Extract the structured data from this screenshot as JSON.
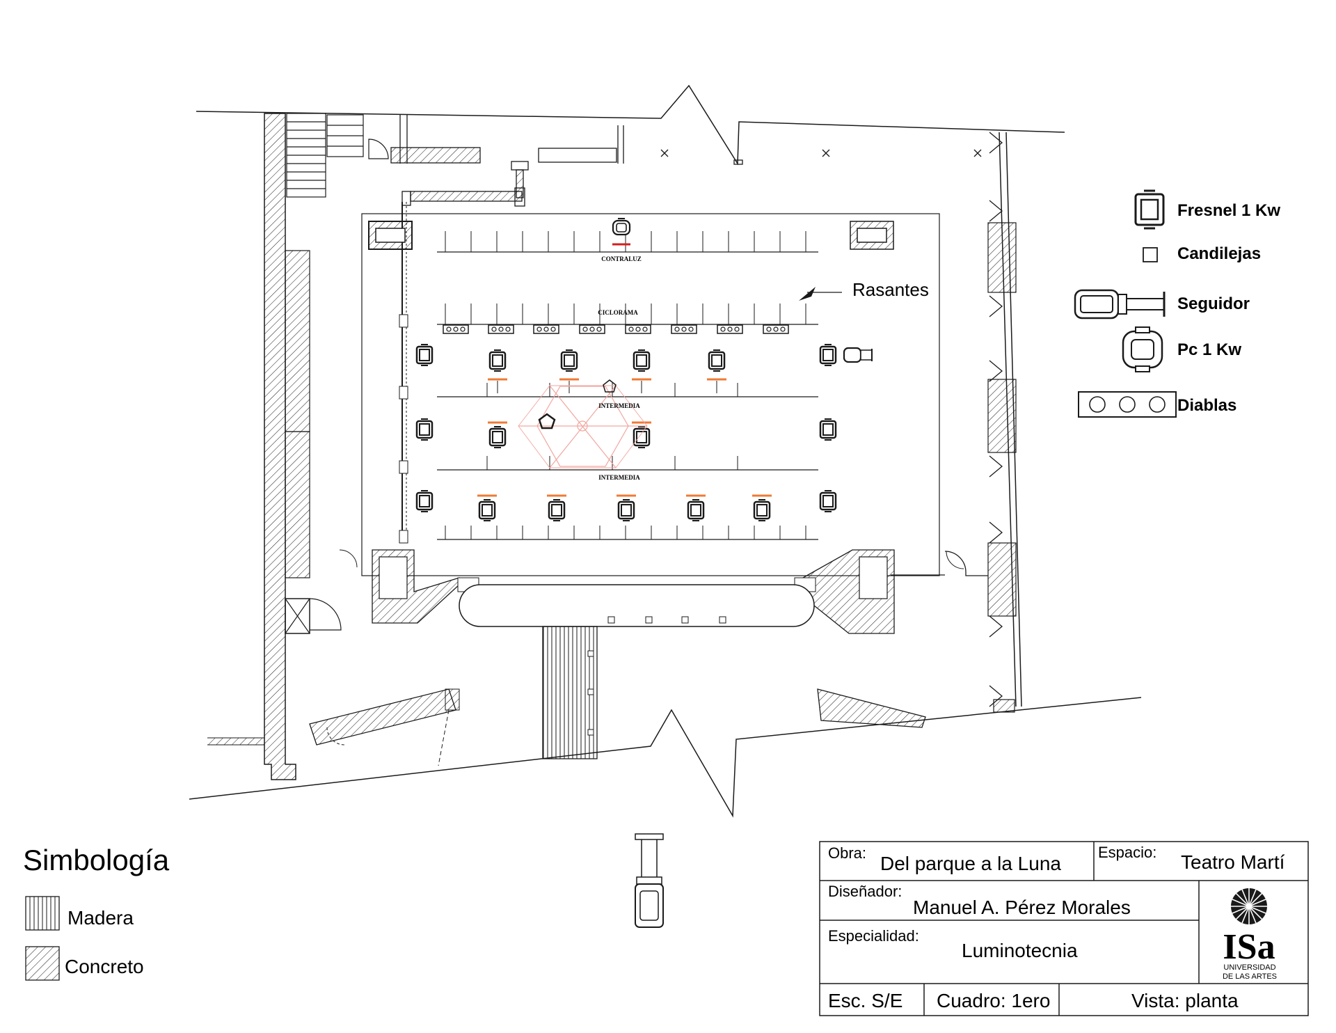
{
  "plan_labels": {
    "contraluz": "CONTRALUZ",
    "ciclorama": "CICLORAMA",
    "intermedia_1": "INTERMEDIA",
    "intermedia_2": "INTERMEDIA",
    "rasantes": "Rasantes"
  },
  "legend": {
    "fresnel": "Fresnel 1 Kw",
    "candilejas": "Candilejas",
    "seguidor": "Seguidor",
    "pc": "Pc 1 Kw",
    "diablas": "Diablas"
  },
  "symbology": {
    "title": "Simbología",
    "madera": "Madera",
    "concreto": "Concreto"
  },
  "title_block": {
    "obra_label": "Obra:",
    "obra_value": "Del parque a la Luna",
    "espacio_label": "Espacio:",
    "espacio_value": "Teatro Martí",
    "disenador_label": "Diseñador:",
    "disenador_value": "Manuel A. Pérez Morales",
    "especialidad_label": "Especialidad:",
    "especialidad_value": "Luminotecnia",
    "escala": "Esc. S/E",
    "cuadro": "Cuadro: 1ero",
    "vista": "Vista: planta",
    "logo_text": "ISa",
    "logo_sub1": "UNIVERSIDAD",
    "logo_sub2": "DE LAS ARTES"
  },
  "colors": {
    "line": "#1a1a1a",
    "orange": "#f07a35",
    "red": "#d21f1f",
    "pink": "#f2a6a0"
  }
}
